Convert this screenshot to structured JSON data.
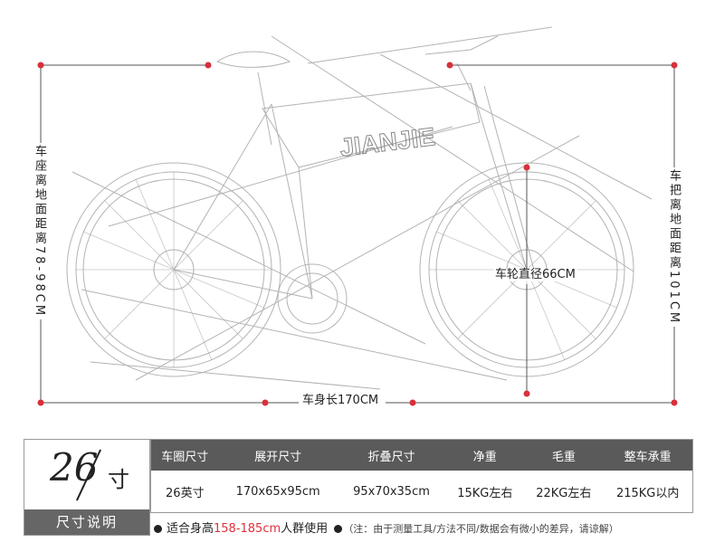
{
  "brand_text": "JIANJIE",
  "labels": {
    "seat_height": "车座离地面距离78-98CM",
    "handlebar_height": "车把离地面距离101CM",
    "body_length": "车身长170CM",
    "wheel_diameter": "车轮直径66CM"
  },
  "badge": {
    "size_number": "26",
    "size_unit": "寸",
    "caption": "尺寸说明"
  },
  "spec_table": {
    "headers": [
      "车圈尺寸",
      "展开尺寸",
      "折叠尺寸",
      "净重",
      "毛重",
      "整车承重"
    ],
    "values": [
      "26英寸",
      "170x65x95cm",
      "95x70x35cm",
      "15KG左右",
      "22KG左右",
      "215KG以内"
    ]
  },
  "footer": {
    "prefix": "适合身高",
    "height_range": "158-185cm",
    "suffix": "人群使用",
    "note": "（注：由于测量工具/方法不同/数据会有微小的差异，请谅解）"
  },
  "colors": {
    "marker_red": "#d8303a",
    "highlight_red": "#e0303c",
    "header_gray": "#5a5a5a",
    "caption_gray": "#666666"
  }
}
